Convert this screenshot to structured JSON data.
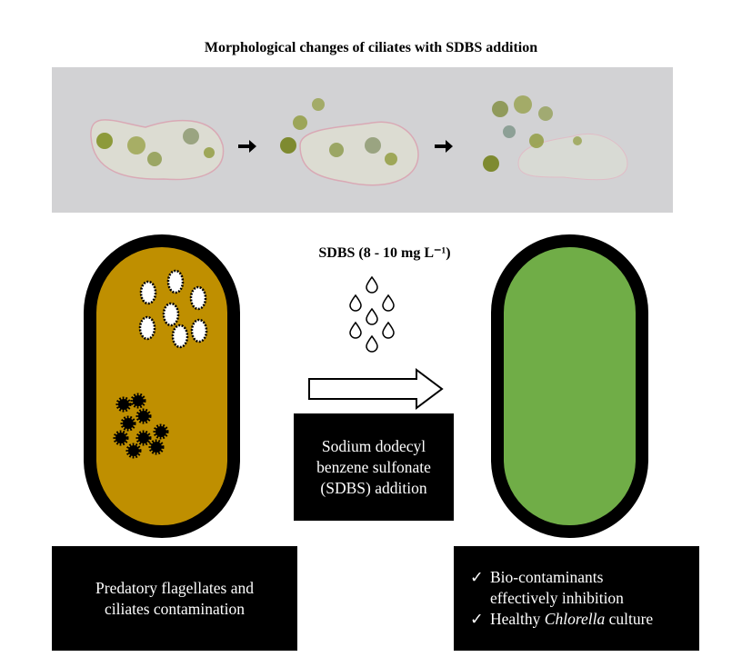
{
  "title": "Morphological changes of ciliates with SDBS addition",
  "dose_label": "SDBS (8 - 10 mg L⁻¹)",
  "process_box": [
    "Sodium dodecyl",
    "benzene sulfonate",
    "(SDBS)  addition"
  ],
  "before_box": [
    "Predatory flagellates and",
    "ciliates contamination"
  ],
  "after_box": {
    "check_icon": "✓",
    "items": [
      {
        "lines": [
          "Bio-contaminants",
          "effectively inhibition"
        ]
      },
      {
        "prefix": "Healthy ",
        "italic": "Chlorella",
        "suffix": " culture"
      }
    ]
  },
  "colors": {
    "contaminated_culture": "#bf8f00",
    "healthy_culture": "#70ad47",
    "micrograph_bg": "#d2d2d4"
  }
}
